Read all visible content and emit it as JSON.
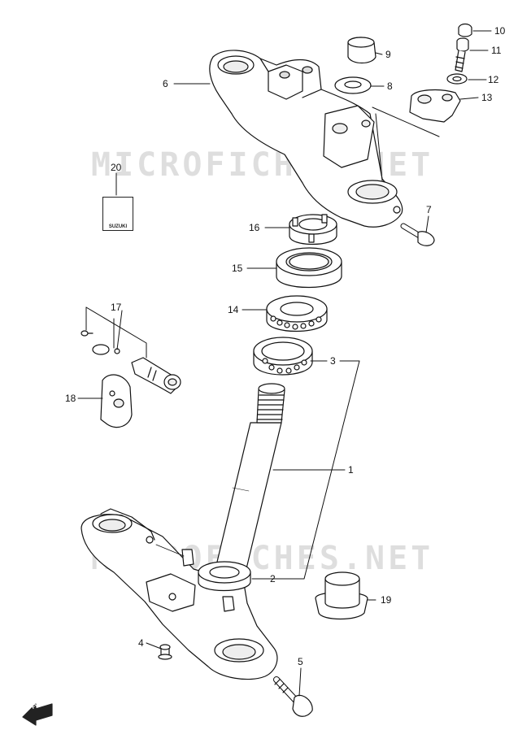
{
  "watermarks": [
    "MICROFICHES.NET",
    "MICROFICHES.NET"
  ],
  "logo_text": "SUZUKI",
  "fwd_text": "FWD",
  "callouts": [
    "1",
    "2",
    "3",
    "4",
    "5",
    "6",
    "7",
    "8",
    "9",
    "10",
    "11",
    "12",
    "13",
    "14",
    "15",
    "16",
    "17",
    "18",
    "19",
    "20"
  ]
}
